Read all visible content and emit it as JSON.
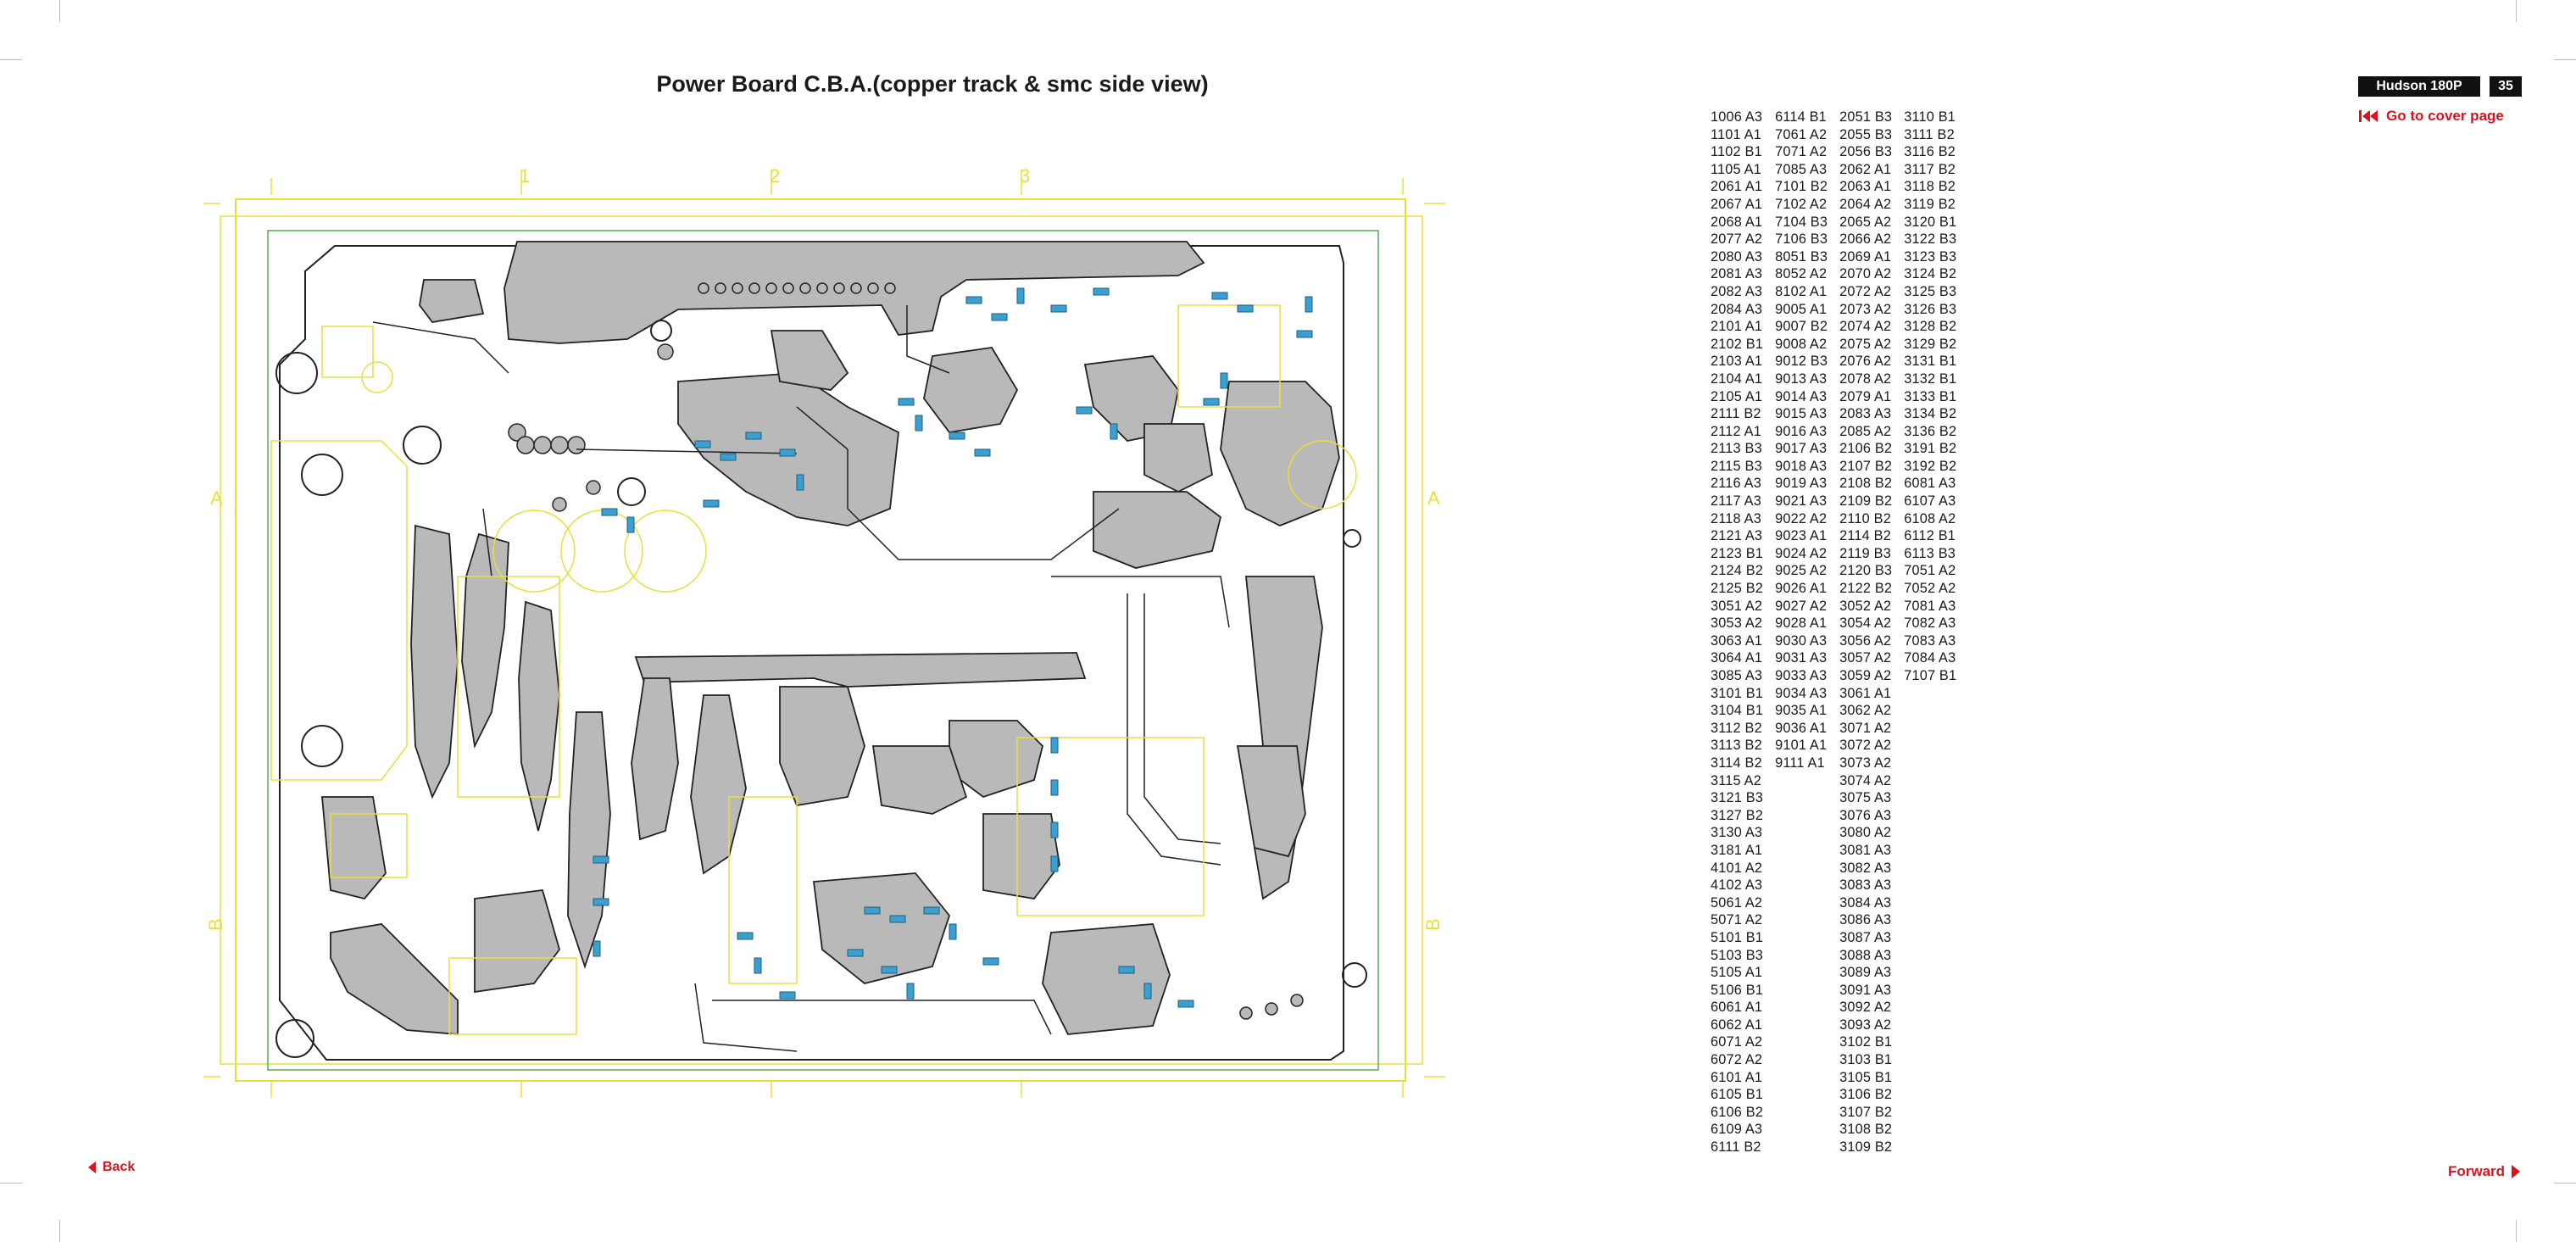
{
  "page": {
    "title": "Power Board C.B.A.(copper track & smc side view)",
    "model": "Hudson 180P",
    "page_number": "35"
  },
  "navigation": {
    "cover_label": "Go to cover page",
    "back_label": "Back",
    "forward_label": "Forward"
  },
  "colors": {
    "accent": "#d8131b",
    "track": "#b9b9b9",
    "silkscreen": "#e8df3c",
    "smd": "#3b9fcf",
    "outline": "#58a85a"
  },
  "board": {
    "row_labels": [
      "A",
      "A",
      "B",
      "B"
    ],
    "column_labels": [
      "1",
      "2",
      "3",
      "1",
      "2",
      "3"
    ]
  },
  "reference_table": [
    [
      "1006 A3",
      "1101 A1",
      "1102 B1",
      "1105 A1",
      "2061 A1",
      "2067 A1",
      "2068 A1",
      "2077 A2",
      "2080 A3",
      "2081 A3",
      "2082 A3",
      "2084 A3",
      "2101 A1",
      "2102 B1",
      "2103 A1",
      "2104 A1",
      "2105 A1",
      "2111 B2",
      "2112 A1",
      "2113 B3",
      "2115 B3",
      "2116 A3",
      "2117 A3",
      "2118 A3",
      "2121 A3",
      "2123 B1",
      "2124 B2",
      "2125 B2",
      "3051 A2",
      "3053 A2",
      "3063 A1",
      "3064 A1",
      "3085 A3",
      "3101 B1",
      "3104 B1",
      "3112 B2",
      "3113 B2",
      "3114 B2",
      "3115 A2",
      "3121 B3",
      "3127 B2",
      "3130 A3",
      "3181 A1",
      "4101 A2",
      "4102 A3",
      "5061 A2",
      "5071 A2",
      "5101 B1",
      "5103 B3",
      "5105 A1",
      "5106 B1",
      "6061 A1",
      "6062 A1",
      "6071 A2",
      "6072 A2",
      "6101 A1",
      "6105 B1",
      "6106 B2",
      "6109 A3",
      "6111 B2"
    ],
    [
      "6114 B1",
      "7061 A2",
      "7071 A2",
      "7085 A3",
      "7101 B2",
      "7102 A2",
      "7104 B3",
      "7106 B3",
      "8051 B3",
      "8052 A2",
      "8102 A1",
      "9005 A1",
      "9007 B2",
      "9008 A2",
      "9012 B3",
      "9013 A3",
      "9014 A3",
      "9015 A3",
      "9016 A3",
      "9017 A3",
      "9018 A3",
      "9019 A3",
      "9021 A3",
      "9022 A2",
      "9023 A1",
      "9024 A2",
      "9025 A2",
      "9026 A1",
      "9027 A2",
      "9028 A1",
      "9030 A3",
      "9031 A3",
      "9033 A3",
      "9034 A3",
      "9035 A1",
      "9036 A1",
      "9101 A1",
      "9111 A1"
    ],
    [
      "2051 B3",
      "2055 B3",
      "2056 B3",
      "2062 A1",
      "2063 A1",
      "2064 A2",
      "2065 A2",
      "2066 A2",
      "2069 A1",
      "2070 A2",
      "2072 A2",
      "2073 A2",
      "2074 A2",
      "2075 A2",
      "2076 A2",
      "2078 A2",
      "2079 A1",
      "2083 A3",
      "2085 A2",
      "2106 B2",
      "2107 B2",
      "2108 B2",
      "2109 B2",
      "2110 B2",
      "2114 B2",
      "2119 B3",
      "2120 B3",
      "2122 B2",
      "3052 A2",
      "3054 A2",
      "3056 A2",
      "3057 A2",
      "3059 A2",
      "3061 A1",
      "3062 A2",
      "3071 A2",
      "3072 A2",
      "3073 A2",
      "3074 A2",
      "3075 A3",
      "3076 A3",
      "3080 A2",
      "3081 A3",
      "3082 A3",
      "3083 A3",
      "3084 A3",
      "3086 A3",
      "3087 A3",
      "3088 A3",
      "3089 A3",
      "3091 A3",
      "3092 A2",
      "3093 A2",
      "3102 B1",
      "3103 B1",
      "3105 B1",
      "3106 B2",
      "3107 B2",
      "3108 B2",
      "3109 B2"
    ],
    [
      "3110 B1",
      "3111 B2",
      "3116 B2",
      "3117 B2",
      "3118 B2",
      "3119 B2",
      "3120 B1",
      "3122 B3",
      "3123 B3",
      "3124 B2",
      "3125 B3",
      "3126 B3",
      "3128 B2",
      "3129 B2",
      "3131 B1",
      "3132 B1",
      "3133 B1",
      "3134 B2",
      "3136 B2",
      "3191 B2",
      "3192 B2",
      "6081 A3",
      "6107 A3",
      "6108 A2",
      "6112 B1",
      "6113 B3",
      "7051 A2",
      "7052 A2",
      "7081 A3",
      "7082 A3",
      "7083 A3",
      "7084 A3",
      "7107 B1"
    ]
  ]
}
